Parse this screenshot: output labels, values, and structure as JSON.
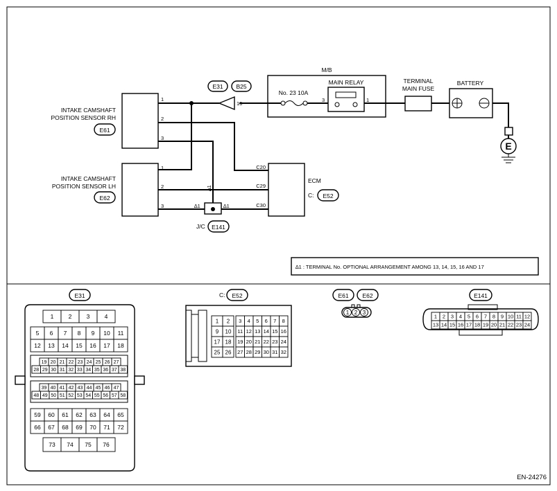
{
  "wiring": {
    "mb_label": "M/B",
    "main_relay_label": "MAIN RELAY",
    "fuse_label": "No. 23  10A",
    "relay_pin_in": "3",
    "relay_pin_out": "1",
    "terminal_fuse_line1": "TERMINAL",
    "terminal_fuse_line2": "MAIN FUSE",
    "battery_label": "BATTERY",
    "ground_label": "E",
    "conn_e31": "E31",
    "conn_b25": "B25",
    "conn_pin16": "16",
    "sensor_rh_line1": "INTAKE CAMSHAFT",
    "sensor_rh_line2": "POSITION SENSOR RH",
    "sensor_rh_conn": "E61",
    "sensor_lh_line1": "INTAKE CAMSHAFT",
    "sensor_lh_line2": "POSITION SENSOR LH",
    "sensor_lh_conn": "E62",
    "pin1": "1",
    "pin2": "2",
    "pin3": "3",
    "ecm_label": "ECM",
    "ecm_conn_prefix": "C:",
    "ecm_conn": "E52",
    "ecm_c20": "C20",
    "ecm_c29": "C29",
    "ecm_c30": "C30",
    "jc_label": "J/C",
    "jc_conn": "E141",
    "star1": "∆1",
    "note": "∆1 : TERMINAL No. OPTIONAL ARRANGEMENT AMONG 13, 14, 15, 16 AND 17"
  },
  "connectors": {
    "e31": {
      "label": "E31",
      "rows": [
        [
          "1",
          "2",
          "3",
          "4"
        ],
        [
          "5",
          "6",
          "7",
          "8",
          "9",
          "10",
          "11"
        ],
        [
          "12",
          "13",
          "14",
          "15",
          "16",
          "17",
          "18"
        ],
        [
          "19",
          "20",
          "21",
          "22",
          "23",
          "24",
          "25",
          "26",
          "27"
        ],
        [
          "28",
          "29",
          "30",
          "31",
          "32",
          "33",
          "34",
          "35",
          "36",
          "37",
          "38"
        ],
        [
          "39",
          "40",
          "41",
          "42",
          "43",
          "44",
          "45",
          "46",
          "47"
        ],
        [
          "48",
          "49",
          "50",
          "51",
          "52",
          "53",
          "54",
          "55",
          "56",
          "57",
          "58"
        ],
        [
          "59",
          "60",
          "61",
          "62",
          "63",
          "64",
          "65"
        ],
        [
          "66",
          "67",
          "68",
          "69",
          "70",
          "71",
          "72"
        ],
        [
          "73",
          "74",
          "75",
          "76"
        ]
      ]
    },
    "e52": {
      "prefix": "C:",
      "label": "E52",
      "left_rows": [
        [
          "1",
          "2"
        ],
        [
          "9",
          "10"
        ],
        [
          "17",
          "18"
        ],
        [
          "25",
          "26"
        ]
      ],
      "right_rows": [
        [
          "3",
          "4",
          "5",
          "6",
          "7",
          "8"
        ],
        [
          "11",
          "12",
          "13",
          "14",
          "15",
          "16"
        ],
        [
          "19",
          "20",
          "21",
          "22",
          "23",
          "24"
        ],
        [
          "27",
          "28",
          "29",
          "30",
          "31",
          "32"
        ]
      ]
    },
    "e61e62": {
      "label1": "E61",
      "label2": "E62",
      "pins": [
        "1",
        "2",
        "3"
      ]
    },
    "e141": {
      "label": "E141",
      "rows": [
        [
          "1",
          "2",
          "3",
          "4",
          "5",
          "6",
          "7",
          "8",
          "9",
          "10",
          "11",
          "12"
        ],
        [
          "13",
          "14",
          "15",
          "16",
          "17",
          "18",
          "19",
          "20",
          "21",
          "22",
          "23",
          "24"
        ]
      ]
    }
  },
  "footer": {
    "code": "EN-24276"
  }
}
